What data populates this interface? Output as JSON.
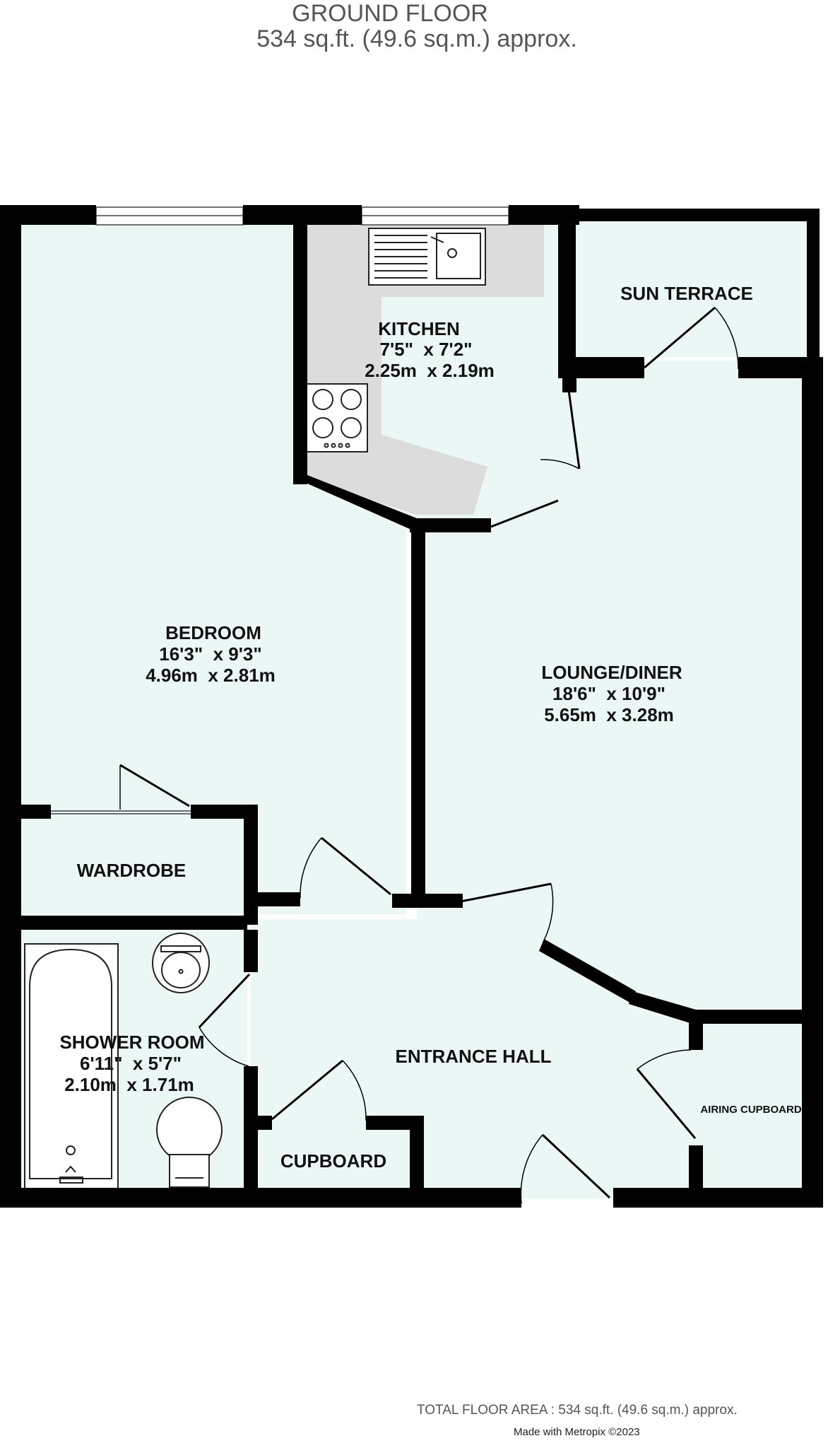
{
  "header": {
    "floor_name": "GROUND FLOOR",
    "area": "534 sq.ft. (49.6 sq.m.) approx."
  },
  "rooms": {
    "kitchen": {
      "name": "KITCHEN",
      "imperial": "7'5\"  x 7'2\"",
      "metric": "2.25m  x 2.19m"
    },
    "sun_terrace": {
      "name": "SUN TERRACE"
    },
    "bedroom": {
      "name": "BEDROOM",
      "imperial": "16'3\"  x 9'3\"",
      "metric": "4.96m  x 2.81m"
    },
    "lounge": {
      "name": "LOUNGE/DINER",
      "imperial": "18'6\"  x 10'9\"",
      "metric": "5.65m  x 3.28m"
    },
    "wardrobe": {
      "name": "WARDROBE"
    },
    "shower": {
      "name": "SHOWER ROOM",
      "imperial": "6'11\"  x 5'7\"",
      "metric": "2.10m  x 1.71m"
    },
    "entrance": {
      "name": "ENTRANCE HALL"
    },
    "cupboard": {
      "name": "CUPBOARD"
    },
    "airing": {
      "name": "AIRING CUPBOARD"
    }
  },
  "footer": {
    "total": "TOTAL FLOOR AREA : 534 sq.ft. (49.6 sq.m.) approx.",
    "made_with": "Made with Metropix ©2023"
  },
  "colors": {
    "room_fill": "#eaf7f4",
    "kitchen_counter": "#dcdcdc",
    "wall": "#000000",
    "text": "#111111"
  }
}
